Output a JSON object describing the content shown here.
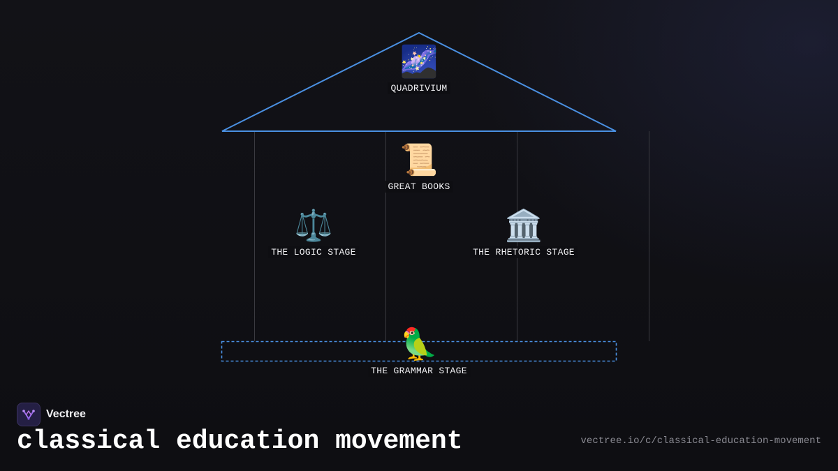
{
  "diagram": {
    "nodes": {
      "quadrivium": {
        "icon": "milky-way-icon",
        "emoji": "🌌",
        "label": "QUADRIVIUM"
      },
      "great_books": {
        "icon": "scroll-icon",
        "emoji": "📜",
        "label": "GREAT BOOKS"
      },
      "logic_stage": {
        "icon": "balance-scale-icon",
        "emoji": "⚖️",
        "label": "THE LOGIC STAGE"
      },
      "rhetoric_stage": {
        "icon": "classical-building-icon",
        "emoji": "🏛️",
        "label": "THE RHETORIC STAGE"
      },
      "grammar_stage": {
        "icon": "parrot-icon",
        "emoji": "🦜",
        "label": "THE GRAMMAR STAGE"
      }
    },
    "colors": {
      "roof": "#4a90e2",
      "foundation": "#4a90e2",
      "pillars": "#3a3a40"
    }
  },
  "brand": {
    "name": "Vectree",
    "logo_icon": "vectree-logo-icon"
  },
  "footer": {
    "title": "classical education movement",
    "url": "vectree.io/c/classical-education-movement"
  }
}
